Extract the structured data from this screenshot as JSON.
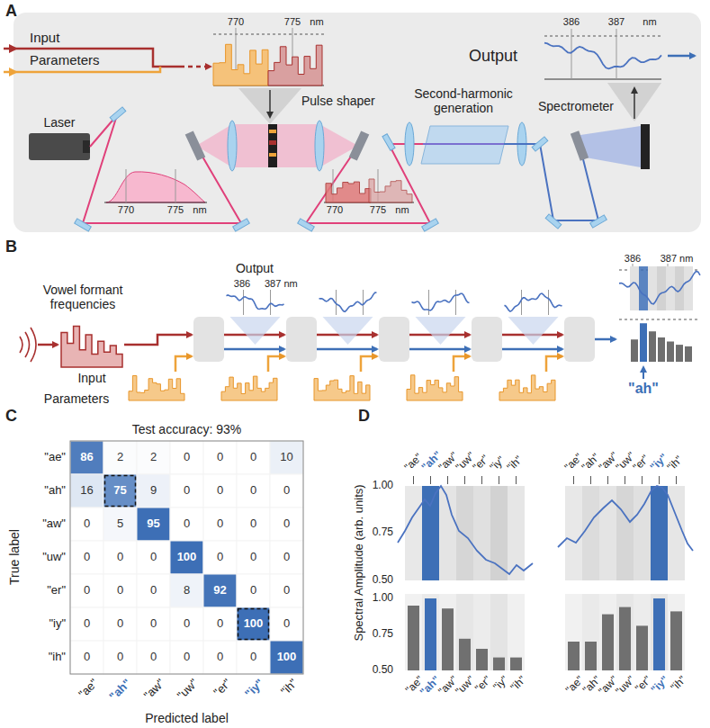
{
  "diagram": {
    "nodes": [
      {
        "text": [
          "A"
        ]
      }
    ],
    "labels": [
      "Input",
      "Parameters",
      "770",
      "775",
      "nm",
      "Pulse shaper",
      "Second-harmonic generation",
      "Spectrometer",
      "386",
      "387",
      "nm",
      "Output",
      "Laser",
      "770",
      "775",
      "nm",
      "770",
      "775",
      "nm",
      "B",
      "Vowel formant frequencies",
      "Input",
      "Output",
      "386",
      "387 nm",
      "Parameters",
      "386",
      "387 nm",
      "\"ah\"",
      "C",
      "Test accuracy: 93%",
      "True label",
      "\"ae\"",
      "\"ah\"",
      "\"aw\"",
      "\"uw\"",
      "\"er\"",
      "\"iy\"",
      "\"ih\"",
      "86",
      "2",
      "2",
      "0",
      "0",
      "0",
      "10",
      "16",
      "75",
      "9",
      "0",
      "0",
      "0",
      "0",
      "0",
      "5",
      "95",
      "0",
      "0",
      "0",
      "0",
      "0",
      "0",
      "0",
      "100",
      "0",
      "0",
      "0",
      "0",
      "0",
      "0",
      "8",
      "92",
      "0",
      "0",
      "0",
      "0",
      "0",
      "0",
      "0",
      "100",
      "0",
      "0",
      "0",
      "0",
      "0",
      "0",
      "0",
      "100",
      "\"ae\"",
      "\"ah\"",
      "\"aw\"",
      "\"uw\"",
      "\"er\"",
      "\"iy\"",
      "\"ih\"",
      "Predicted label",
      "D",
      "Spectral Amplitude (arb. units)",
      "\"ae\"",
      "\"ah\"",
      "\"aw\"",
      "\"uw\"",
      "\"er\"",
      "\"iy\"",
      "\"ih\"",
      "\"ae\"",
      "\"ah\"",
      "\"aw\"",
      "\"uw\"",
      "\"er\"",
      "\"iy\"",
      "\"ih\"",
      "1.00",
      "0.75",
      "0.50",
      "1.00",
      "0.75",
      "0.50",
      "\"ae\"",
      "\"ah\"",
      "\"aw\"",
      "\"uw\"",
      "\"er\"",
      "\"iy\"",
      "\"ih\"",
      "\"ae\"",
      "\"ah\"",
      "\"aw\"",
      "\"uw\"",
      "\"er\"",
      "\"iy\"",
      "\"ih\""
    ]
  }
}
